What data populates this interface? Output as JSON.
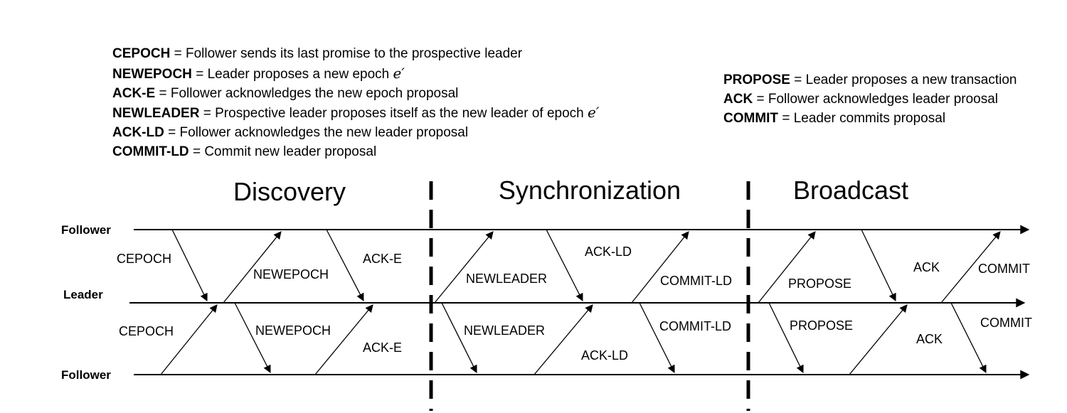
{
  "legend_left": [
    {
      "term": "CEPOCH",
      "desc": "Follower sends its last promise to the prospective leader",
      "epoch": ""
    },
    {
      "term": "NEWEPOCH",
      "desc": "Leader proposes a new epoch",
      "epoch": "e′"
    },
    {
      "term": "ACK-E",
      "desc": "Follower acknowledges the new epoch proposal",
      "epoch": ""
    },
    {
      "term": "NEWLEADER",
      "desc": "Prospective leader proposes itself as the new leader of epoch",
      "epoch": "e′"
    },
    {
      "term": "ACK-LD",
      "desc": "Follower acknowledges the new leader proposal",
      "epoch": ""
    },
    {
      "term": "COMMIT-LD",
      "desc": "Commit new leader proposal",
      "epoch": ""
    }
  ],
  "legend_right": [
    {
      "term": "PROPOSE",
      "desc": "Leader proposes a new transaction",
      "epoch": ""
    },
    {
      "term": "ACK",
      "desc": "Follower acknowledges leader proosal",
      "epoch": ""
    },
    {
      "term": "COMMIT",
      "desc": "Leader commits proposal",
      "epoch": ""
    }
  ],
  "equals_sign": "=",
  "phases": {
    "discovery": "Discovery",
    "synchronization": "Synchronization",
    "broadcast": "Broadcast"
  },
  "lanes": {
    "follower_top": "Follower",
    "leader": "Leader",
    "follower_bottom": "Follower"
  },
  "messages": {
    "top": {
      "cepoch": "CEPOCH",
      "newepoch": "NEWEPOCH",
      "ack_e": "ACK-E",
      "newleader": "NEWLEADER",
      "ack_ld": "ACK-LD",
      "commit_ld": "COMMIT-LD",
      "propose": "PROPOSE",
      "ack": "ACK",
      "commit": "COMMIT"
    },
    "bottom": {
      "cepoch": "CEPOCH",
      "newepoch": "NEWEPOCH",
      "ack_e": "ACK-E",
      "newleader": "NEWLEADER",
      "ack_ld": "ACK-LD",
      "commit_ld": "COMMIT-LD",
      "propose": "PROPOSE",
      "ack": "ACK",
      "commit": "COMMIT"
    }
  },
  "colors": {
    "line": "#000000",
    "background": "#ffffff"
  }
}
